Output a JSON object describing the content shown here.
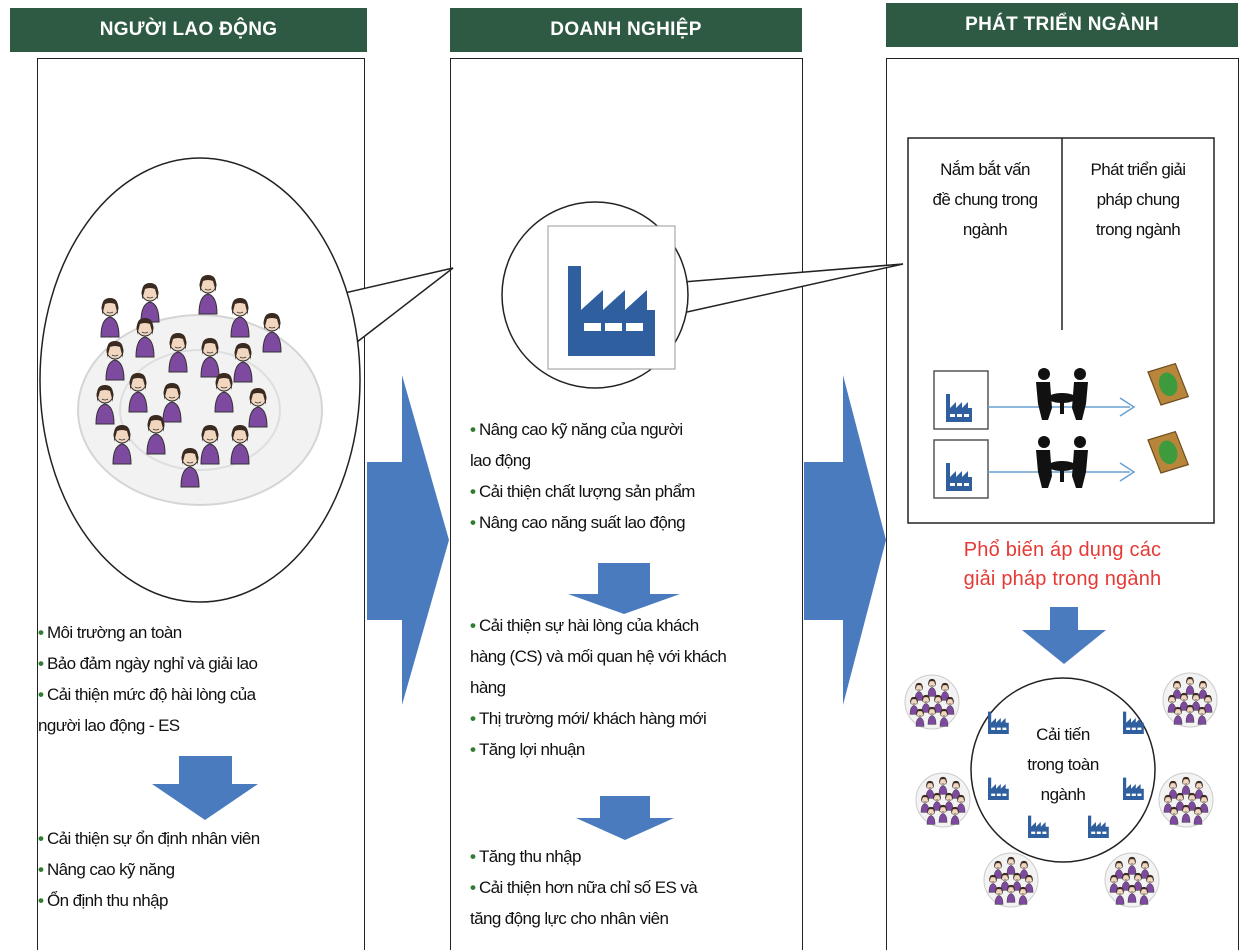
{
  "columns": [
    {
      "title": "NGƯỜI LAO ĐỘNG"
    },
    {
      "title": "DOANH NGHIỆP"
    },
    {
      "title": "PHÁT TRIỂN NGÀNH"
    }
  ],
  "worker": {
    "group1": [
      "Môi trường an toàn",
      "Bảo đảm ngày nghỉ và giải lao",
      "Cải thiện mức độ hài lòng của",
      "người lao động  - ES"
    ],
    "group2": [
      "Cải thiện sự ổn định nhân viên",
      "Nâng cao kỹ năng",
      "Ổn định thu nhập"
    ]
  },
  "enterprise": {
    "group1": [
      "Nâng cao  kỹ năng  của người",
      "lao động",
      "Cải thiện chất lượng sản phẩm",
      "Nâng cao năng suất lao động"
    ],
    "group2": [
      "Cải thiện sự hài lòng của khách",
      "hàng (CS) và mối quan hệ với khách",
      "hàng",
      "Thị trường mới/ khách hàng mới",
      "Tăng lợi nhuận"
    ],
    "group3": [
      "Tăng thu nhập",
      "Cải thiện hơn nữa  chỉ số ES và",
      "tăng động lực cho nhân viên"
    ]
  },
  "industry": {
    "left_cell": [
      "Nắm bắt vấn",
      "đề chung trong",
      "ngành"
    ],
    "right_cell": [
      "Phát  triển giải",
      "pháp chung",
      "trong ngành"
    ],
    "dissemination": [
      "Phổ biến áp dụng các",
      "giải pháp trong ngành"
    ],
    "center": [
      "Cải tiến",
      "trong toàn",
      "ngành"
    ]
  },
  "colors": {
    "header_bg": "#2e5a43",
    "arrow": "#4a7bbf",
    "highlight_text": "#e53935",
    "bullet": "#2e7d32",
    "factory": "#2f5f9e"
  },
  "icons": [
    "factory-icon",
    "people-crowd-icon",
    "meeting-icon",
    "document-icon",
    "right-arrow-icon",
    "down-arrow-icon"
  ]
}
